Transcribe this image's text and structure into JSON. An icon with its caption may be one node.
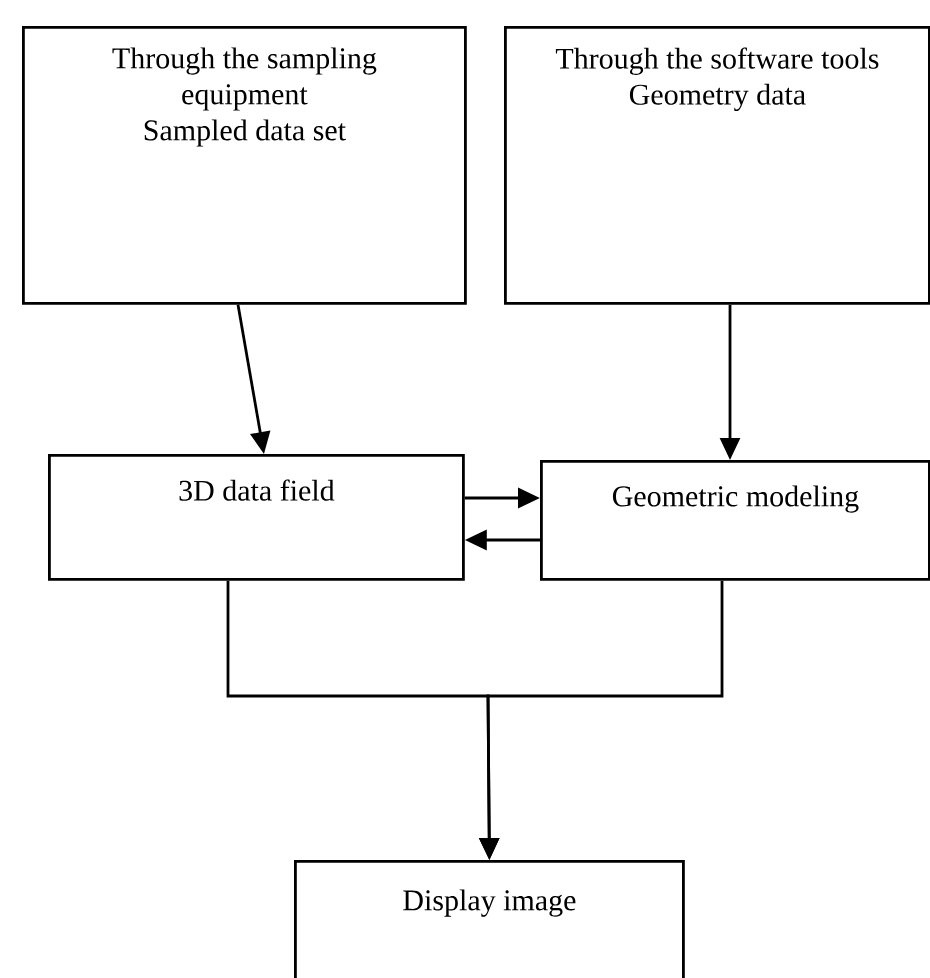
{
  "diagram": {
    "nodes": [
      {
        "text": [
          "Through the sampling equipment",
          "Sampled data set"
        ]
      },
      {
        "text": [
          "Through the software tools",
          "Geometry data"
        ]
      },
      {
        "text": [
          "3D data field"
        ]
      },
      {
        "text": [
          "Geometric modeling"
        ]
      },
      {
        "text": [
          "Display image"
        ]
      }
    ],
    "edges": [
      {
        "from": 0,
        "to": 2,
        "arrow": "to"
      },
      {
        "from": 1,
        "to": 3,
        "arrow": "to"
      },
      {
        "from": 2,
        "to": 3,
        "arrow": "to"
      },
      {
        "from": 3,
        "to": 2,
        "arrow": "to"
      },
      {
        "from": 2,
        "to": 4,
        "arrow": "to"
      },
      {
        "from": 3,
        "to": 4,
        "arrow": "to"
      }
    ]
  }
}
